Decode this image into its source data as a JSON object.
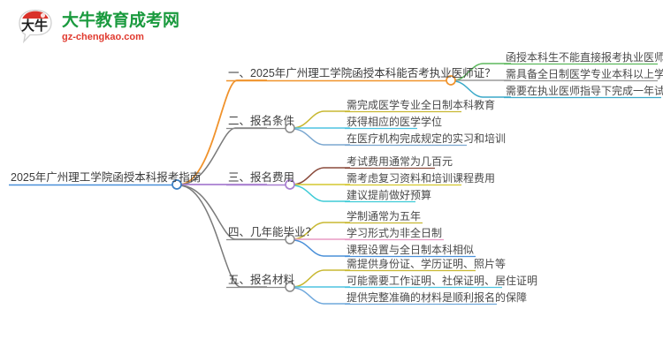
{
  "logo": {
    "mark_text": "大牛",
    "title": "大牛教育成考网",
    "subtitle": "gz-chengkao.com",
    "title_color": "#1a9a3e",
    "subtitle_color": "#e03a2f",
    "mark_band_color": "#d9322a",
    "name": "daniu-education-chengkao-logo"
  },
  "mindmap": {
    "root": {
      "label": "2025年广州理工学院函授本科报考指南",
      "underline_color": "#4a90d9",
      "node_color": "#3b7fc4"
    },
    "branches": [
      {
        "label": "一、2025年广州理工学院函授本科能否考执业医师证？",
        "line_color": "#f0922b",
        "node_color": "#f0922b",
        "underline_color": "#f0922b",
        "leaves": [
          {
            "label": "函授本科生不能直接报考执业医师证",
            "underline_color": "#5cb85c"
          },
          {
            "label": "需具备全日制医学专业本科以上学历",
            "underline_color": "#9a9a9a"
          },
          {
            "label": "需要在执业医师指导下完成一年试用期",
            "underline_color": "#3aa9c9"
          }
        ]
      },
      {
        "label": "二、报名条件",
        "line_color": "#7a7a7a",
        "node_color": "#8a8a8a",
        "underline_color": "#8a8a8a",
        "leaves": [
          {
            "label": "需完成医学专业全日制本科教育",
            "underline_color": "#c8b832"
          },
          {
            "label": "获得相应的医学学位",
            "underline_color": "#4ec3e0"
          },
          {
            "label": "在医疗机构完成规定的实习和培训",
            "underline_color": "#7ba7d0"
          }
        ]
      },
      {
        "label": "三、报名费用",
        "line_color": "#a87fd0",
        "node_color": "#a87fd0",
        "underline_color": "#a87fd0",
        "leaves": [
          {
            "label": "考试费用通常为几百元",
            "underline_color": "#8a4a3c"
          },
          {
            "label": "需考虑复习资料和培训课程费用",
            "underline_color": "#d4c72e"
          },
          {
            "label": "建议提前做好预算",
            "underline_color": "#3ecbd6"
          }
        ]
      },
      {
        "label": "四、几年能毕业？",
        "line_color": "#7a7a7a",
        "node_color": "#8a8a8a",
        "underline_color": "#8a8a8a",
        "leaves": [
          {
            "label": "学制通常为五年",
            "underline_color": "#c8b832"
          },
          {
            "label": "学习形式为非全日制",
            "underline_color": "#e89ac4"
          },
          {
            "label": "课程设置与全日制本科相似",
            "underline_color": "#4a90d9"
          }
        ]
      },
      {
        "label": "五、报名材料",
        "line_color": "#7a7a7a",
        "node_color": "#8a8a8a",
        "underline_color": "#8a8a8a",
        "leaves": [
          {
            "label": "需提供身份证、学历证明、照片等",
            "underline_color": "#c8b832"
          },
          {
            "label": "可能需要工作证明、社保证明、居住证明",
            "underline_color": "#4ec3e0"
          },
          {
            "label": "提供完整准确的材料是顺利报名的保障",
            "underline_color": "#6fa8dc"
          }
        ]
      }
    ]
  }
}
